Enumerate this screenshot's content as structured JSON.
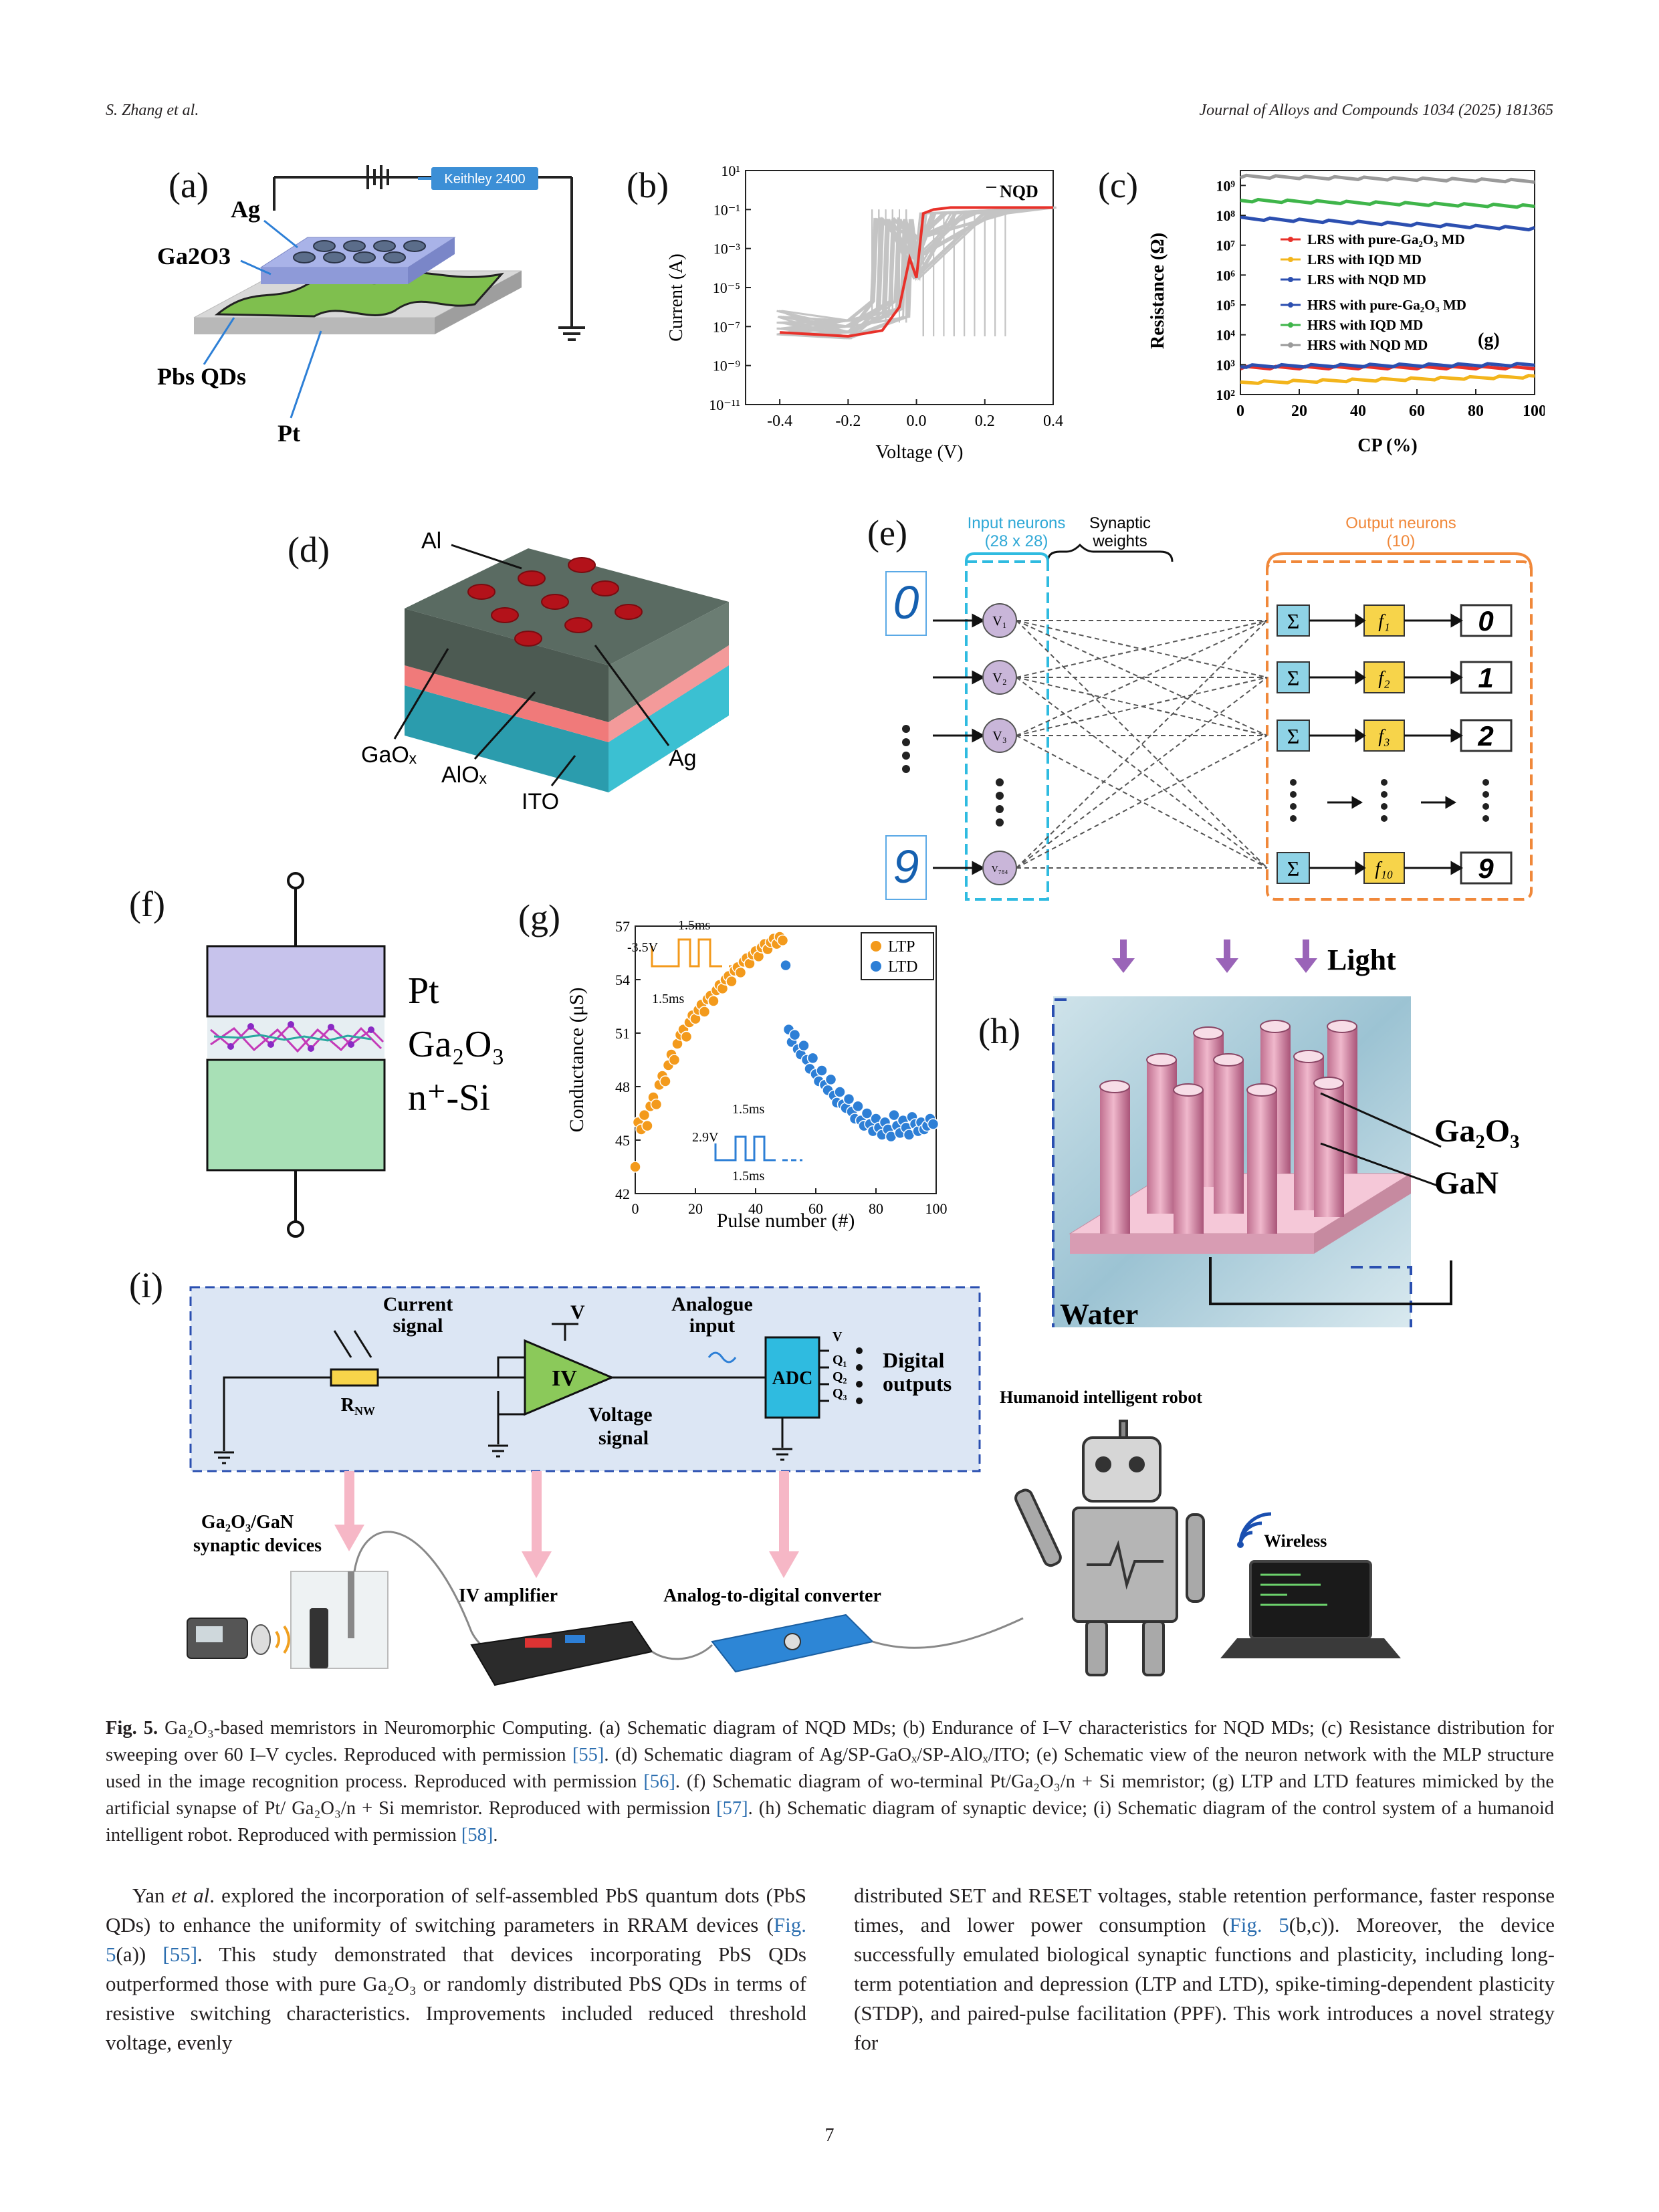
{
  "header": {
    "left": "S. Zhang et al.",
    "right": "Journal of Alloys and Compounds 1034 (2025) 181365"
  },
  "panel_a": {
    "label": "(a)",
    "instrument": "Keithley 2400",
    "layers": [
      "Ag",
      "Ga2O3",
      "Pbs QDs",
      "Pt"
    ]
  },
  "panel_b": {
    "label": "(b)",
    "chart_data": {
      "type": "line",
      "title": "NQD",
      "xlabel": "Voltage (V)",
      "ylabel": "Current (A)",
      "xlim": [
        -0.5,
        0.4
      ],
      "ylim_log10": [
        -11,
        1
      ],
      "x_ticks": [
        "-0.4",
        "-0.2",
        "0.0",
        "0.2",
        "0.4"
      ],
      "y_ticks": [
        "10¹",
        "10⁻¹",
        "10⁻³",
        "10⁻⁵",
        "10⁻⁷",
        "10⁻⁹",
        "10⁻¹¹"
      ],
      "series": [
        {
          "color": "#e8312a",
          "x": [
            -0.4,
            -0.3,
            -0.2,
            -0.1,
            -0.05,
            -0.02,
            0.0,
            0.02,
            0.05,
            0.1,
            0.2,
            0.3,
            0.4
          ],
          "log10_y": [
            -7.3,
            -7.4,
            -7.5,
            -7.2,
            -6.0,
            -3.5,
            -4.5,
            -1.2,
            -1.0,
            -0.9,
            -0.9,
            -0.9,
            -0.9
          ]
        }
      ]
    }
  },
  "panel_c": {
    "label": "(c)",
    "chart_data": {
      "type": "line",
      "xlabel": "CP (%)",
      "ylabel": "Resistance (Ω)",
      "xlim": [
        0,
        100
      ],
      "ylim_log10": [
        2,
        9.5
      ],
      "x_ticks": [
        "0",
        "20",
        "40",
        "60",
        "80",
        "100"
      ],
      "y_ticks": [
        "10²",
        "10³",
        "10⁴",
        "10⁵",
        "10⁶",
        "10⁷",
        "10⁸",
        "10⁹"
      ],
      "annotation": "(g)",
      "series": [
        {
          "name": "LRS with pure-Ga₂O₃ MD",
          "color": "#e8312a",
          "log10_y": [
            2.9,
            2.9
          ]
        },
        {
          "name": "LRS with IQD MD",
          "color": "#f3b51c",
          "log10_y": [
            2.4,
            2.6
          ]
        },
        {
          "name": "LRS with NQD MD",
          "color": "#2c4fb0",
          "log10_y": [
            2.95,
            3.0
          ]
        },
        {
          "name": "HRS with pure-Ga₂O₃ MD",
          "color": "#2c4fb0",
          "log10_y": [
            7.9,
            7.55
          ]
        },
        {
          "name": "HRS with IQD MD",
          "color": "#3fb54a",
          "log10_y": [
            8.5,
            8.3
          ]
        },
        {
          "name": "HRS with NQD MD",
          "color": "#9a9a9a",
          "log10_y": [
            9.3,
            9.15
          ]
        }
      ]
    }
  },
  "panel_d": {
    "label": "(d)",
    "layers": [
      "Al",
      "GaOₓ",
      "AlOₓ",
      "ITO",
      "Ag"
    ]
  },
  "panel_e": {
    "label": "(e)",
    "input_title": "Input neurons",
    "input_size": "(28 x 28)",
    "weights_title": "Synaptic",
    "weights_title2": "weights",
    "output_title": "Output neurons",
    "output_size": "(10)",
    "digits_in": [
      "0",
      "9"
    ],
    "neurons": [
      "V₁",
      "V₂",
      "V₃",
      "V₇₈₄"
    ],
    "functions": [
      "f₁",
      "f₂",
      "f₃",
      "f₁₀"
    ],
    "outputs": [
      "0",
      "1",
      "2",
      "9"
    ],
    "sum": "Σ"
  },
  "panel_f": {
    "label": "(f)",
    "layers": [
      "Pt",
      "Ga₂O₃",
      "n⁺-Si"
    ]
  },
  "panel_g": {
    "label": "(g)",
    "chart_data": {
      "type": "scatter",
      "xlabel": "Pulse number (#)",
      "ylabel": "Conductance (μS)",
      "xlim": [
        0,
        100
      ],
      "ylim": [
        42,
        57
      ],
      "x_ticks": [
        "0",
        "20",
        "40",
        "60",
        "80",
        "100"
      ],
      "y_ticks": [
        "42",
        "45",
        "48",
        "51",
        "54",
        "57"
      ],
      "annotations": [
        "-3.5V",
        "1.5ms",
        "1.5ms",
        "2.9V",
        "1.5ms",
        "1.5ms"
      ],
      "series": [
        {
          "name": "LTP",
          "color": "#f39a1c",
          "x": [
            0,
            1,
            2,
            3,
            4,
            5,
            6,
            7,
            8,
            9,
            10,
            11,
            12,
            13,
            14,
            15,
            16,
            17,
            18,
            19,
            20,
            21,
            22,
            23,
            24,
            25,
            26,
            27,
            28,
            29,
            30,
            31,
            32,
            33,
            34,
            35,
            36,
            37,
            38,
            39,
            40,
            41,
            42,
            43,
            44,
            45,
            46,
            47,
            48,
            49
          ],
          "y": [
            43.5,
            46.0,
            45.6,
            46.4,
            45.8,
            46.9,
            47.4,
            47.0,
            48.1,
            48.6,
            48.3,
            49.2,
            49.8,
            49.5,
            50.4,
            50.9,
            51.2,
            50.8,
            51.6,
            52.0,
            51.8,
            52.3,
            52.6,
            52.2,
            52.9,
            53.1,
            52.8,
            53.4,
            53.7,
            53.5,
            54.0,
            54.2,
            53.9,
            54.5,
            54.7,
            54.4,
            55.0,
            55.2,
            54.9,
            55.4,
            55.6,
            55.3,
            55.8,
            56.0,
            55.7,
            56.1,
            56.3,
            56.0,
            56.4,
            56.2
          ]
        },
        {
          "name": "LTD",
          "color": "#2d7fd6",
          "x": [
            50,
            51,
            52,
            53,
            54,
            55,
            56,
            57,
            58,
            59,
            60,
            61,
            62,
            63,
            64,
            65,
            66,
            67,
            68,
            69,
            70,
            71,
            72,
            73,
            74,
            75,
            76,
            77,
            78,
            79,
            80,
            81,
            82,
            83,
            84,
            85,
            86,
            87,
            88,
            89,
            90,
            91,
            92,
            93,
            94,
            95,
            96,
            97,
            98,
            99
          ],
          "y": [
            54.8,
            51.2,
            50.5,
            50.9,
            50.1,
            49.8,
            50.3,
            49.5,
            49.0,
            49.6,
            48.7,
            48.3,
            48.9,
            48.1,
            47.8,
            48.4,
            47.5,
            47.1,
            47.7,
            47.0,
            46.8,
            47.3,
            46.6,
            46.2,
            46.9,
            46.1,
            45.8,
            46.5,
            45.9,
            45.5,
            46.2,
            45.7,
            45.3,
            46.0,
            45.6,
            45.2,
            46.4,
            45.8,
            45.4,
            46.1,
            45.7,
            45.3,
            46.3,
            45.9,
            45.5,
            46.0,
            45.6,
            45.8,
            46.2,
            45.9
          ]
        }
      ]
    }
  },
  "panel_h": {
    "label": "(h)",
    "light": "Light",
    "water": "Water",
    "materials": [
      "Ga₂O₃",
      "GaN"
    ]
  },
  "panel_i": {
    "label": "(i)",
    "current_signal": [
      "Current",
      "signal"
    ],
    "v": "V",
    "analogue_input": [
      "Analogue",
      "input"
    ],
    "rnw": "R",
    "rnw_sub": "NW",
    "iv": "IV",
    "voltage_signal": [
      "Voltage",
      "signal"
    ],
    "adc": "ADC",
    "adc_pins": [
      "V",
      "Q₁",
      "Q₂",
      "Q₃"
    ],
    "digital_outputs": [
      "Digital",
      "outputs"
    ],
    "robot_title": "Humanoid intelligent robot",
    "device_label": [
      "Ga₂O₃/GaN",
      "synaptic devices"
    ],
    "iv_amplifier": "IV amplifier",
    "adc_label": "Analog-to-digital converter",
    "wireless": "Wireless"
  },
  "caption": {
    "fig": "Fig. 5.",
    "text1": " Ga₂O₃-based memristors in Neuromorphic Computing. (a) Schematic diagram of NQD MDs; (b) Endurance of I–V characteristics for NQD MDs; (c) Resistance distribution for sweeping over 60 I–V cycles. Reproduced with permission ",
    "ref1": "[55]",
    "text2": ". (d) Schematic diagram of Ag/SP-GaOₓ/SP-AlOₓ/ITO; (e) Schematic view of the neuron network with the MLP structure used in the image recognition process. Reproduced with permission ",
    "ref2": "[56]",
    "text3": ". (f) Schematic diagram of wo-terminal Pt/Ga₂O₃/n + Si memristor; (g) LTP and LTD features mimicked by the artificial synapse of Pt/ Ga₂O₃/n + Si memristor. Reproduced with permission ",
    "ref3": "[57]",
    "text4": ". (h) Schematic diagram of synaptic device; (i) Schematic diagram of the control system of a humanoid intelligent robot. Reproduced with permission ",
    "ref4": "[58]",
    "text5": "."
  },
  "body": {
    "left_p1": "Yan ",
    "left_et": "et al",
    "left_p2": ". explored the incorporation of self-assembled PbS quantum dots (PbS QDs) to enhance the uniformity of switching parameters in RRAM devices (",
    "left_ref1": "Fig. 5",
    "left_p3": "(a)) ",
    "left_ref2": "[55]",
    "left_p4": ". This study demonstrated that devices incorporating PbS QDs outperformed those with pure Ga₂O₃ or randomly distributed PbS QDs in terms of resistive switching characteristics. Improvements included reduced threshold voltage, evenly",
    "right_p1": "distributed SET and RESET voltages, stable retention performance, faster response times, and lower power consumption (",
    "right_ref": "Fig. 5",
    "right_p2": "(b,c)). Moreover, the device successfully emulated biological synaptic functions and plasticity, including long-term potentiation and depression (LTP and LTD), spike-timing-dependent plasticity (STDP), and paired-pulse facilitation (PPF). This work introduces a novel strategy for"
  },
  "page_number": "7"
}
